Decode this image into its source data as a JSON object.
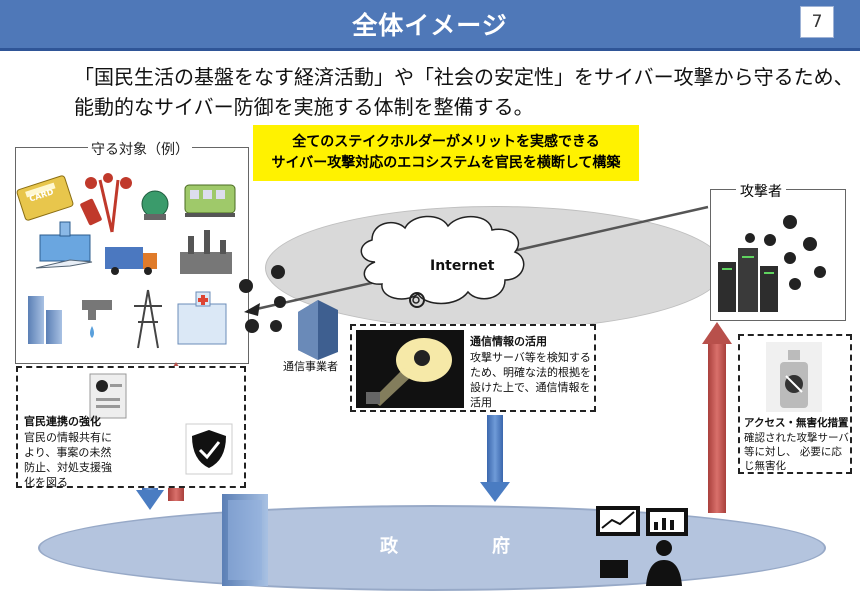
{
  "header": {
    "title": "全体イメージ",
    "page_number": "7"
  },
  "lead": {
    "line1": "「国民生活の基盤をなす経済活動」や「社会の安定性」をサイバー攻撃から守るため、",
    "line2": "能動的なサイバー防御を実施する体制を整備する。"
  },
  "banner": {
    "line1": "全てのステイクホルダーがメリットを実感できる",
    "line2": "サイバー攻撃対応のエコシステムを官民を横断して構築"
  },
  "protect": {
    "label": "守る対象（例）",
    "card_text": "CARD"
  },
  "attacker": {
    "label": "攻撃者"
  },
  "internet": {
    "label": "Internet"
  },
  "telecom": {
    "label": "通信事業者"
  },
  "cooperation": {
    "title": "官民連携の強化",
    "lines": [
      "官民の情報共有に",
      "より、事案の未然",
      "防止、対処支援強",
      "化を図る"
    ]
  },
  "comm_info": {
    "title": "通信情報の活用",
    "lines": [
      "攻撃サーバ等を検知する",
      "ため、明確な法的根拠を",
      "設けた上で、通信情報を",
      "活用"
    ]
  },
  "access": {
    "title": "アクセス・無害化措置",
    "lines": [
      "確認された攻撃サーバ",
      "等に対し、 必要に応",
      "じ無害化"
    ]
  },
  "government": {
    "label": "政　府"
  },
  "colors": {
    "header": "#4f78b8",
    "banner": "#fff200",
    "arrow_red": "#c0504d",
    "arrow_blue": "#4a7cc2"
  }
}
